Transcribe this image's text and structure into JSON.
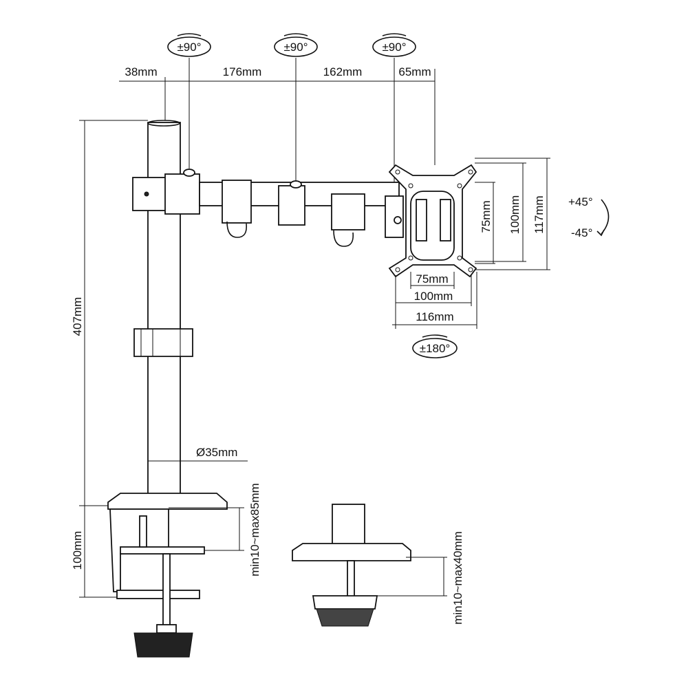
{
  "rotations": {
    "arm1": "±90°",
    "arm2": "±90°",
    "arm3": "±90°",
    "vesa": "±180°",
    "tilt_up": "+45°",
    "tilt_down": "-45°"
  },
  "top_dimensions": [
    "38mm",
    "176mm",
    "162mm",
    "65mm"
  ],
  "pole": {
    "height": "407mm",
    "diameter": "Ø35mm"
  },
  "clamp": {
    "height": "100mm",
    "desk_range_clamp": "min10~max85mm",
    "desk_range_grommet": "min10~max40mm"
  },
  "vesa": {
    "vertical": [
      "75mm",
      "100mm",
      "117mm"
    ],
    "horizontal": [
      "75mm",
      "100mm",
      "116mm"
    ]
  }
}
